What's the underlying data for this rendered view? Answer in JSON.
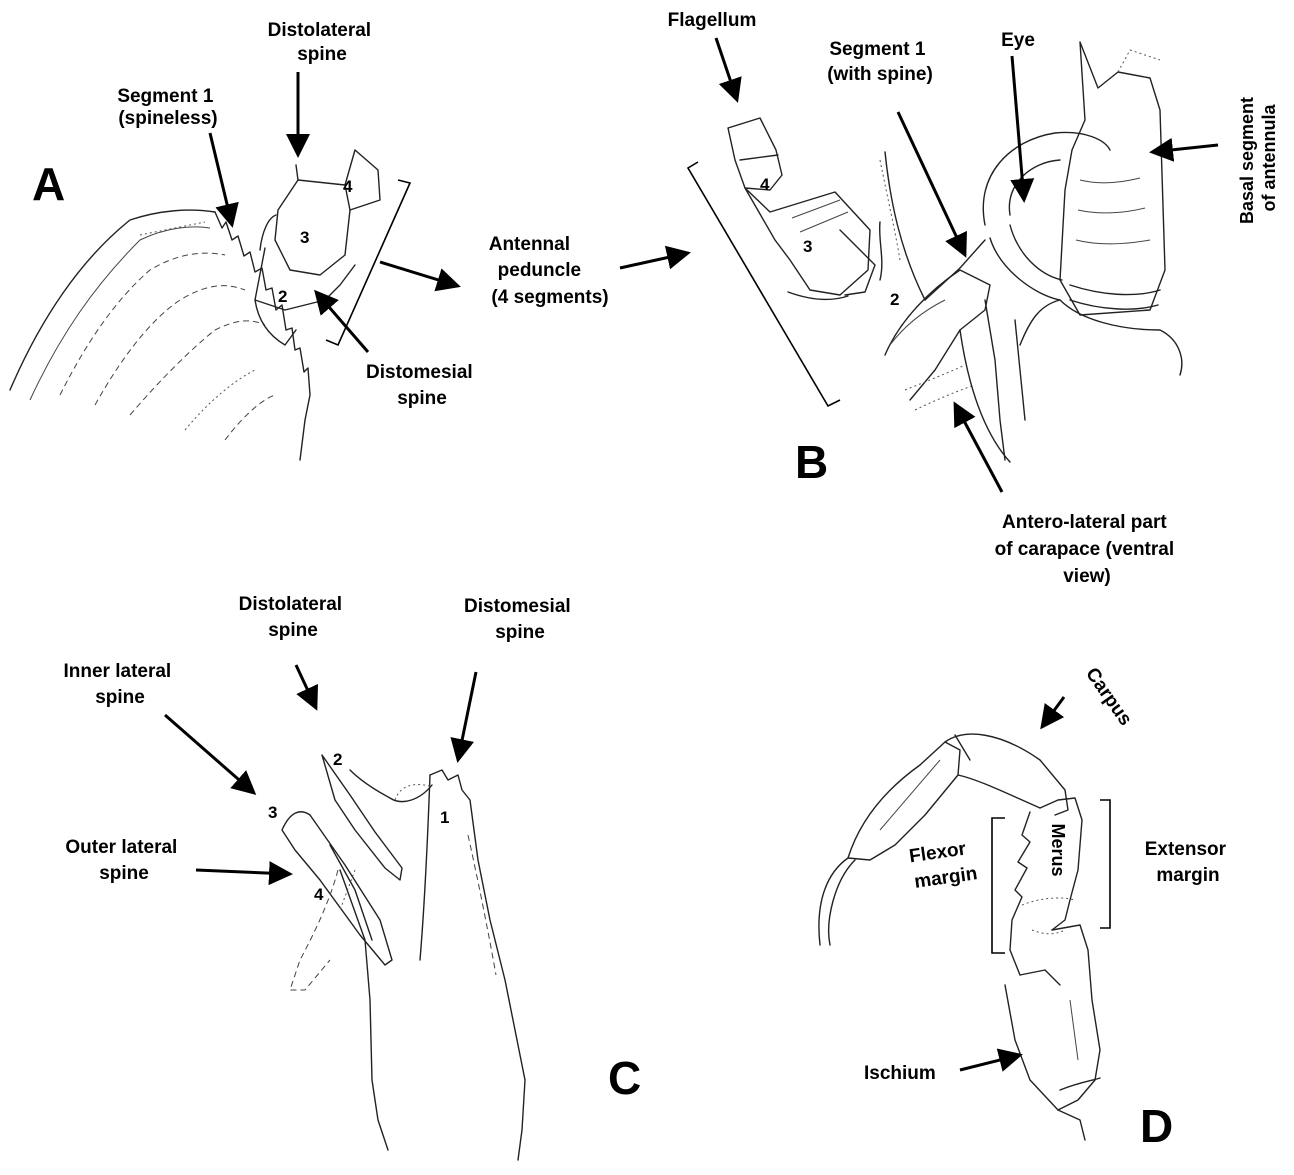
{
  "panels": {
    "A": {
      "letter": "A",
      "segment1": [
        "Segment 1",
        "(spineless)"
      ],
      "distolateral": [
        "Distolateral",
        "spine"
      ],
      "distomesial": [
        "Distomesial",
        "spine"
      ],
      "peduncle": [
        "Antennal",
        "peduncle",
        "(4 segments)"
      ],
      "nums": [
        "2",
        "3",
        "4"
      ]
    },
    "B": {
      "letter": "B",
      "flagellum": "Flagellum",
      "segment1": [
        "Segment 1",
        "(with spine)"
      ],
      "eye": "Eye",
      "basal": [
        "Basal segment",
        "of antennula"
      ],
      "carapace": [
        "Antero-lateral part",
        "of carapace (ventral",
        "view)"
      ],
      "nums": [
        "2",
        "3",
        "4"
      ]
    },
    "C": {
      "letter": "C",
      "distolateral": [
        "Distolateral",
        "spine"
      ],
      "distomesial": [
        "Distomesial",
        "spine"
      ],
      "inner": [
        "Inner lateral",
        "spine"
      ],
      "outer": [
        "Outer lateral",
        "spine"
      ],
      "nums": [
        "1",
        "2",
        "3",
        "4"
      ]
    },
    "D": {
      "letter": "D",
      "carpus": "Carpus",
      "merus": "Merus",
      "flexor": [
        "Flexor",
        "margin"
      ],
      "extensor": [
        "Extensor",
        "margin"
      ],
      "ischium": "Ischium"
    }
  }
}
